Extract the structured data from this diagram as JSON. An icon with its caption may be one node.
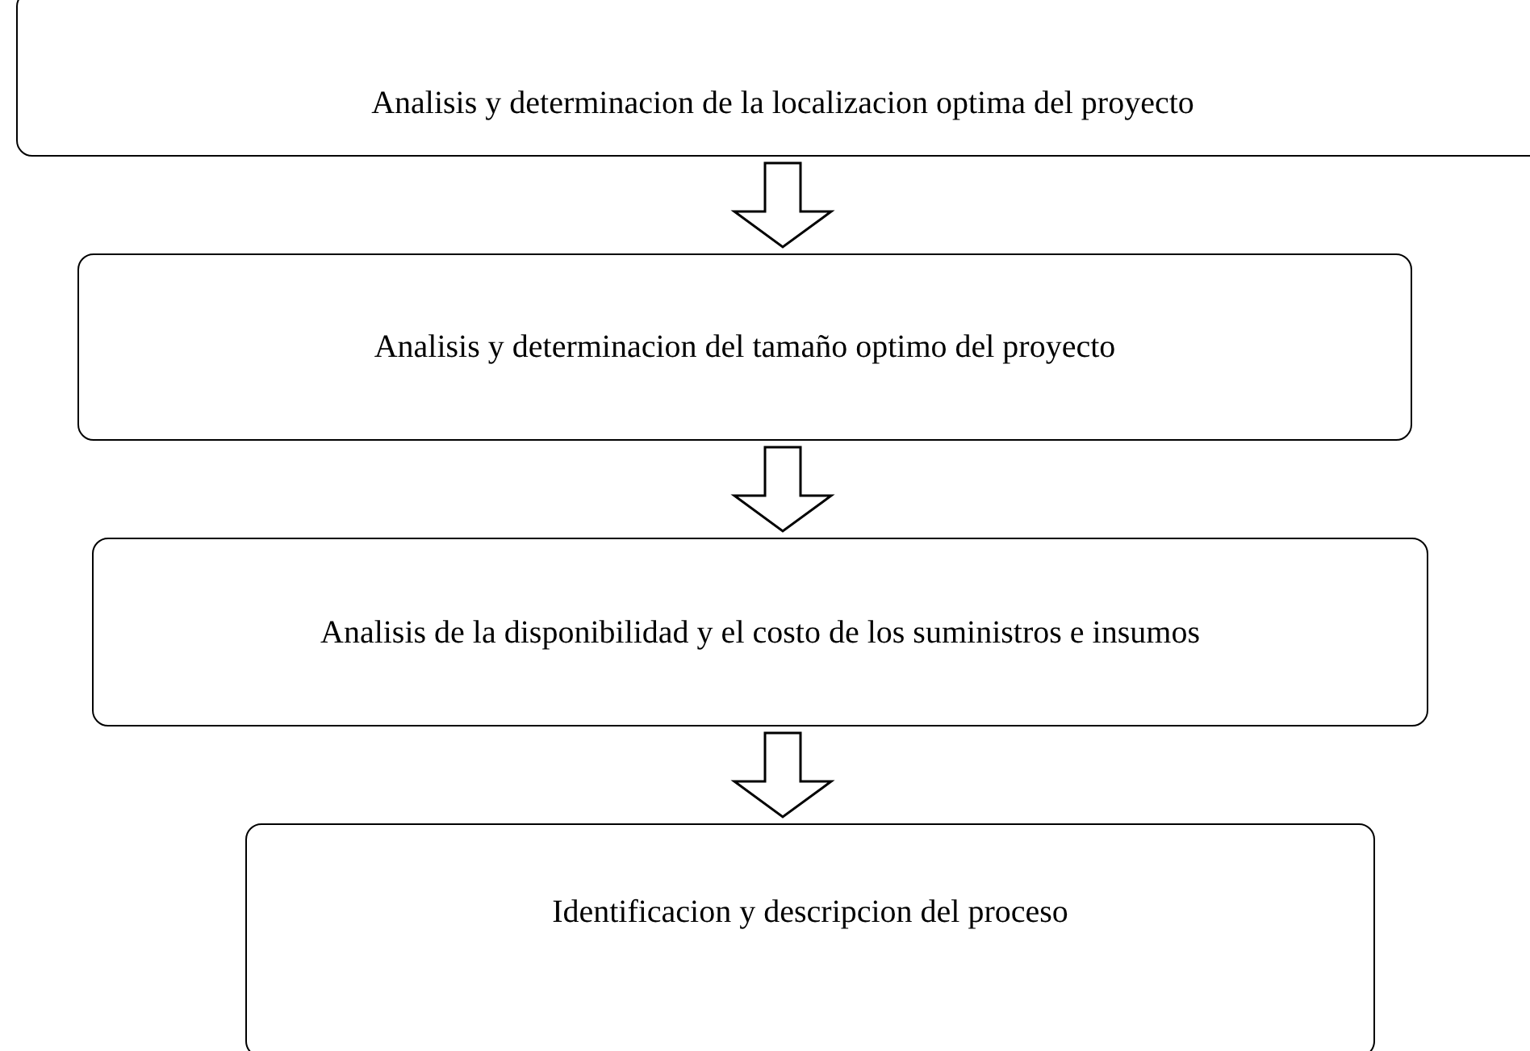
{
  "diagram": {
    "nodes": [
      {
        "text": [
          "Analisis y determinacion de la localizacion optima del proyecto"
        ]
      },
      {
        "text": [
          "Analisis y determinacion del tamaño optimo del proyecto"
        ]
      },
      {
        "text": [
          "Analisis de la disponibilidad y el costo de los suministros e insumos"
        ]
      },
      {
        "text": [
          "Identificacion y descripcion del proceso"
        ]
      }
    ],
    "edges": [
      {
        "from": 0,
        "to": 1,
        "arrow": "to"
      },
      {
        "from": 1,
        "to": 2,
        "arrow": "to"
      },
      {
        "from": 2,
        "to": 3,
        "arrow": "to"
      }
    ]
  }
}
